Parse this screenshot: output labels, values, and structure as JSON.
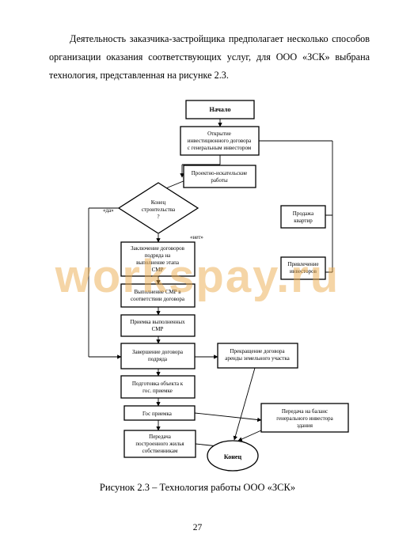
{
  "paragraph": "Деятельность заказчика-застройщика предполагает несколько способов организации оказания соответствующих услуг, для ООО «ЗСК» выбрана технология, представленная на рисунке 2.3.",
  "flowchart": {
    "start": "Начало",
    "open_contract": [
      "Открытие",
      "инвестиционного договора",
      "с генеральным инвестором"
    ],
    "survey_work": [
      "Проектно-искательские",
      "работы"
    ],
    "decision": [
      "Конец",
      "строительства",
      "?"
    ],
    "yes_label": "«да»",
    "no_label": "«нет»",
    "contractor_contracts": [
      "Заключение договоров",
      "подряда на",
      "выполнение этапа",
      "СМР"
    ],
    "smr_execution": [
      "Выполнение СМР в",
      "соответствии договора"
    ],
    "work_acceptance": [
      "Приемка выполненных",
      "СМР"
    ],
    "contract_completion": [
      "Завершение договора",
      "подряда"
    ],
    "object_preparation": [
      "Подготовка объекта к",
      "гос. приемке"
    ],
    "state_acceptance": [
      "Гос приемка"
    ],
    "handover_owners": [
      "Передача",
      "построенного жилья",
      "собственникам"
    ],
    "apartment_sales": [
      "Продажа",
      "квартир"
    ],
    "investor_attraction": [
      "Привлечение",
      "инвесторов"
    ],
    "land_lease_termination": [
      "Прекращение договора",
      "аренды земельного участка"
    ],
    "balance_transfer": [
      "Передача на баланс",
      "генерального инвестора",
      "здания"
    ],
    "end": "Конец"
  },
  "caption": "Рисунок 2.3 – Технология работы ООО «ЗСК»",
  "page_number": "27",
  "watermark": "workspay.ru"
}
